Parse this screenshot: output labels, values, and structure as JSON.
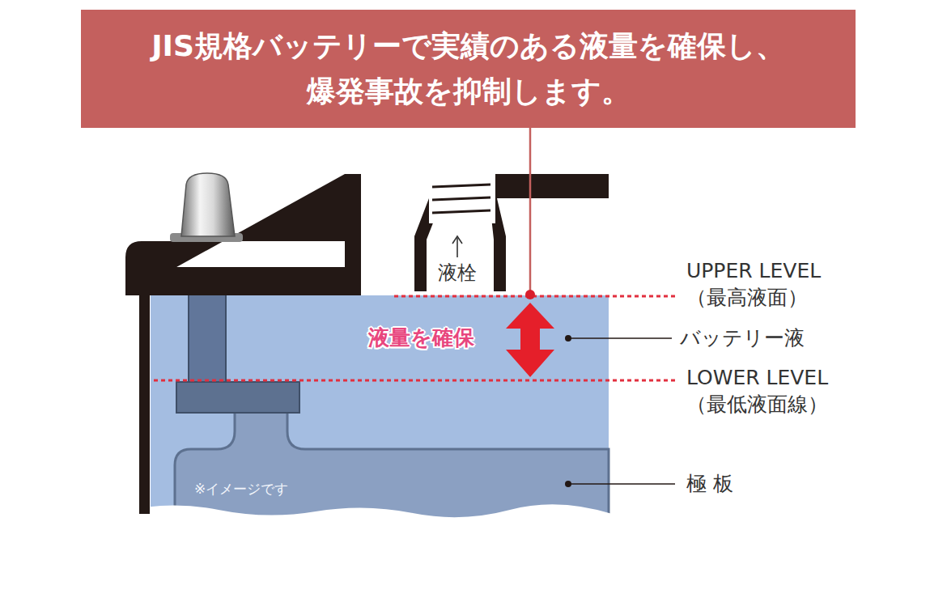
{
  "diagram": {
    "nodes": [
      {
        "text": [
          "JIS規格バッテリーで実績のある液量を確保し、 爆発事故を抑制します。"
        ]
      }
    ],
    "labels": [
      "液栓",
      "UPPER LEVEL （最高液面）",
      "液量を確保",
      "バッテリー液",
      "LOWER LEVEL （最低液面線）",
      "極 板",
      "※イメージです"
    ]
  }
}
